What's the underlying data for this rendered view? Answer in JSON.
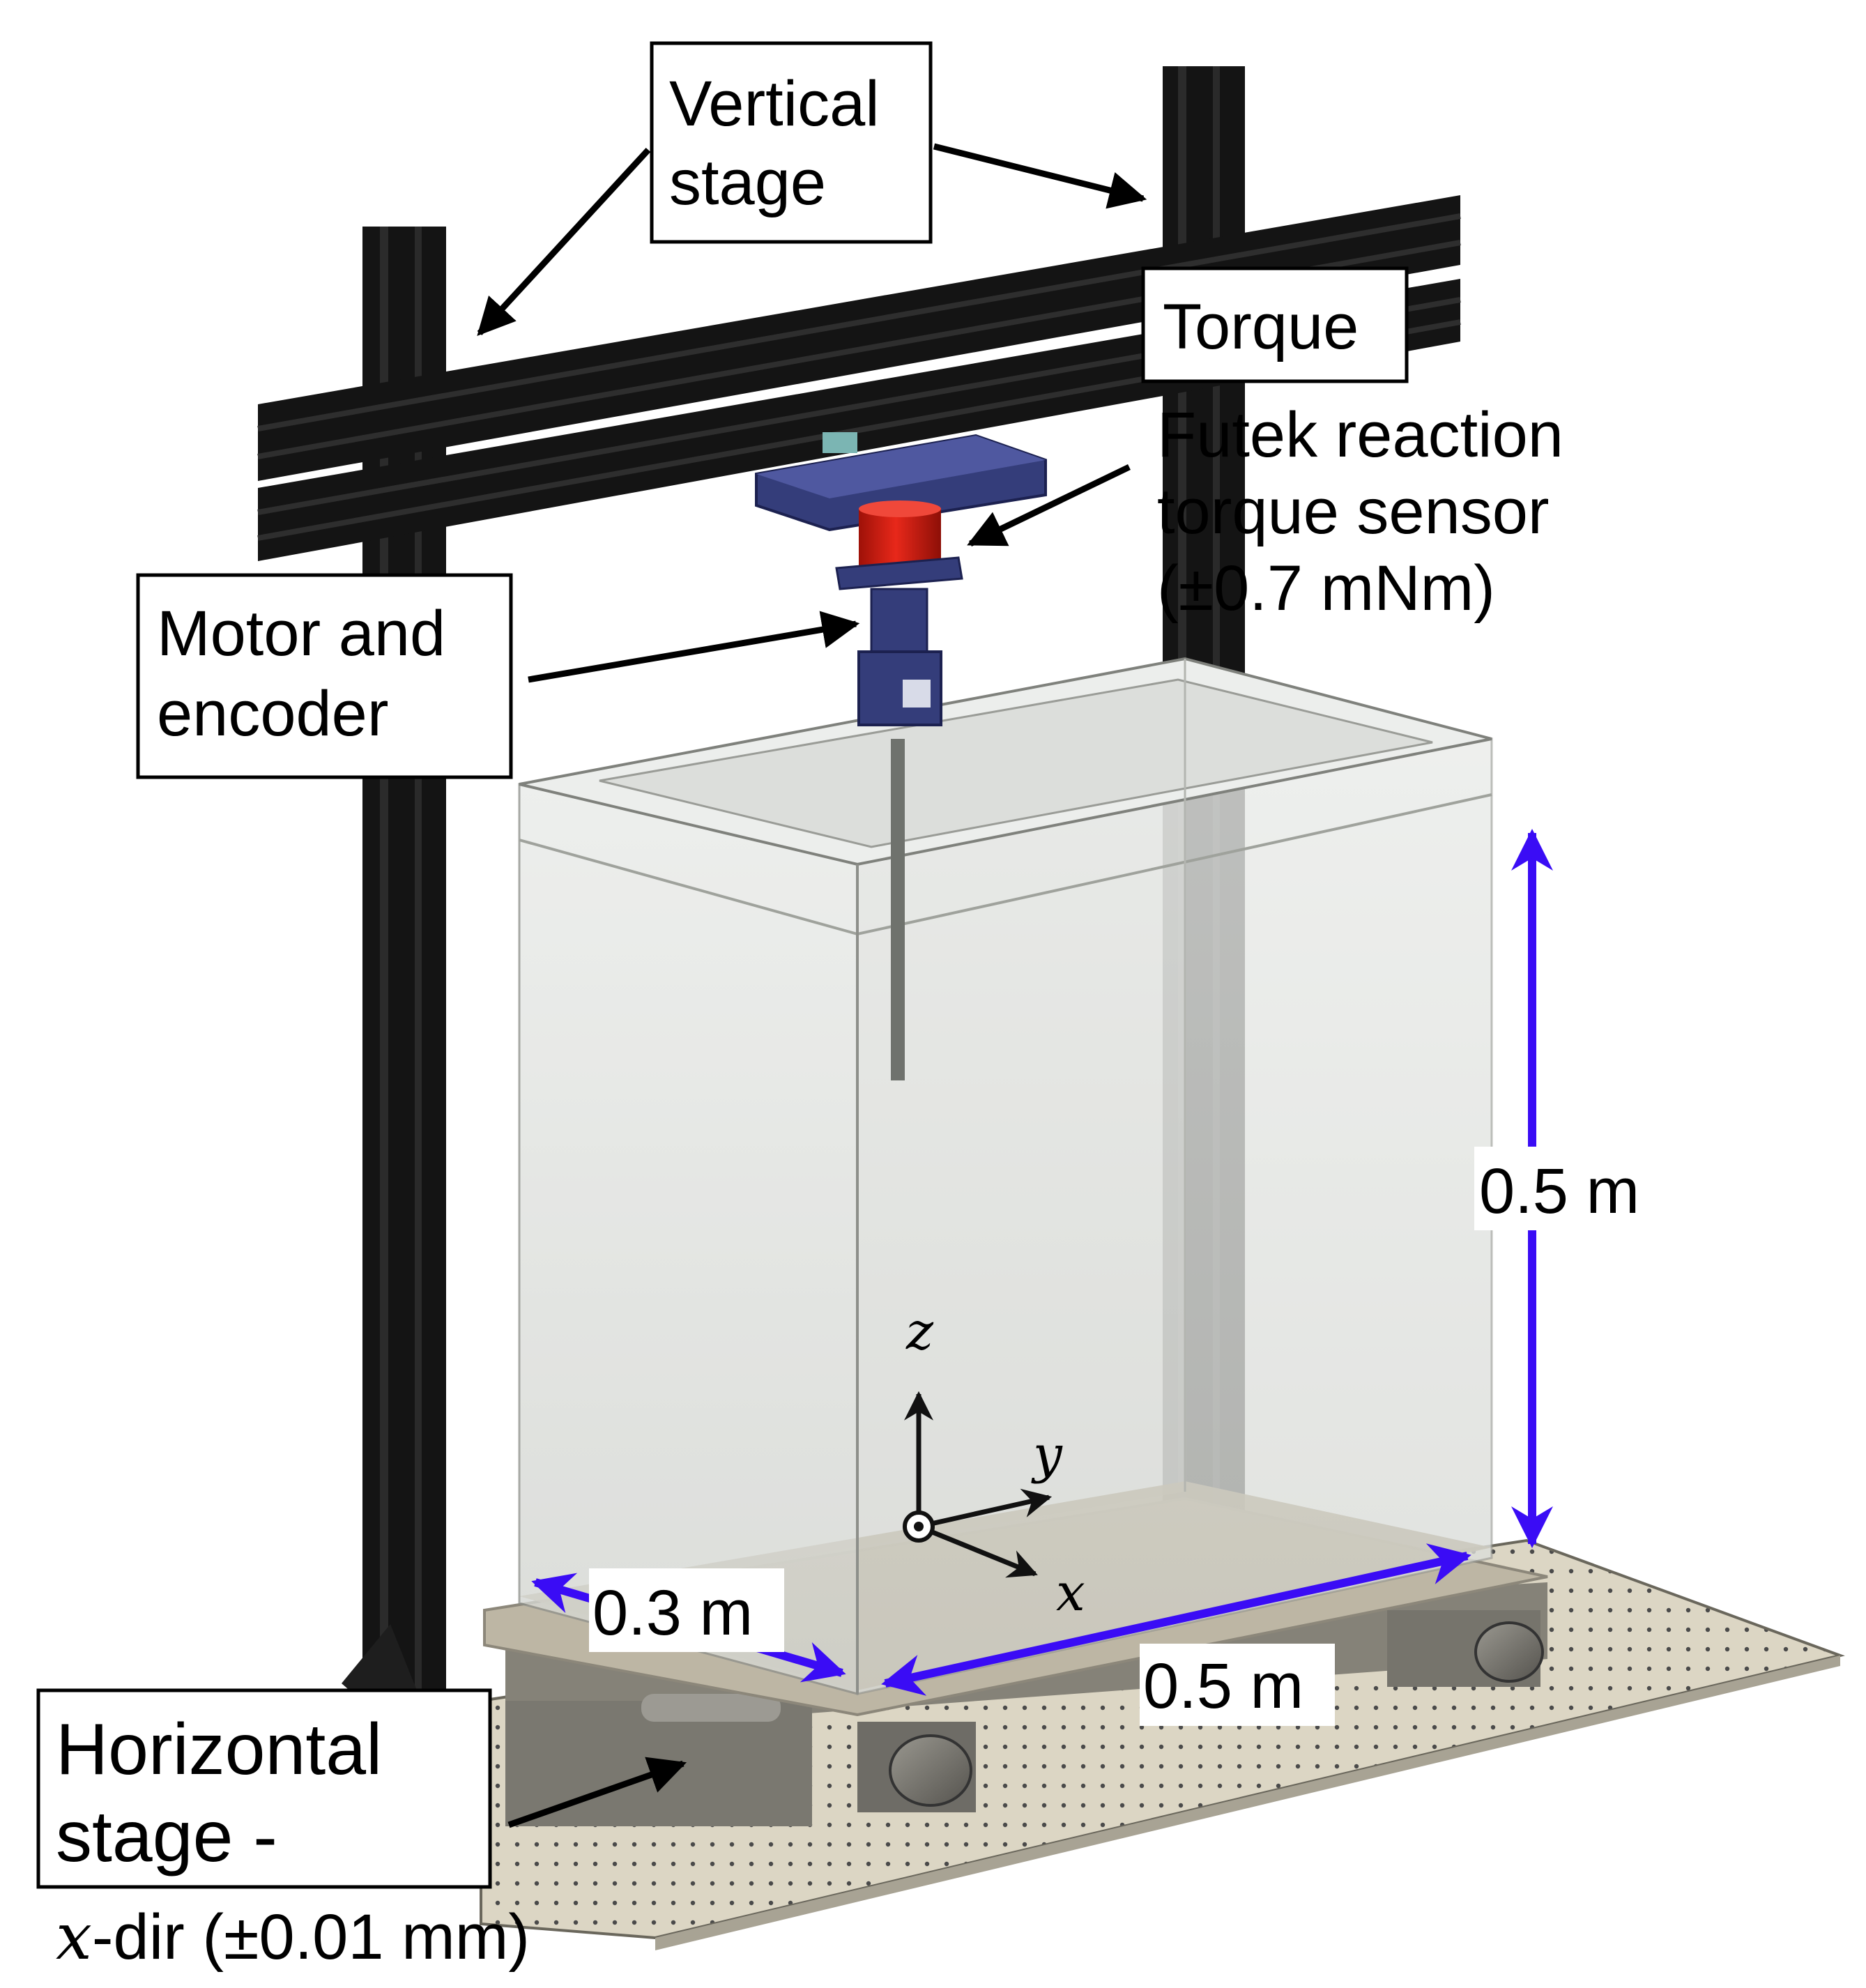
{
  "labels": {
    "vertical_stage_1": "Vertical",
    "vertical_stage_2": "stage",
    "torque_box": "Torque",
    "sensor_1": "Futek reaction",
    "sensor_2": "torque sensor",
    "sensor_3": "(±0.7 mNm)",
    "motor_1": "Motor and",
    "motor_2": "encoder",
    "horizontal_1": "Horizontal",
    "horizontal_2": "stage -",
    "horizontal_3_var": "x",
    "horizontal_3_rest": "-dir (±0.01 mm)"
  },
  "dimensions": {
    "height": "0.5 m",
    "depth": "0.3 m",
    "width": "0.5 m"
  },
  "axes": {
    "z": "z",
    "y": "y",
    "x": "x"
  },
  "colors": {
    "dimension_arrow": "#3a0cf5",
    "rail": "#141414",
    "sensor_red": "#d81e12",
    "mount_blue": "#343d7a",
    "breadboard": "#dcd6c4",
    "tank_glass": "#e4e6e4"
  }
}
